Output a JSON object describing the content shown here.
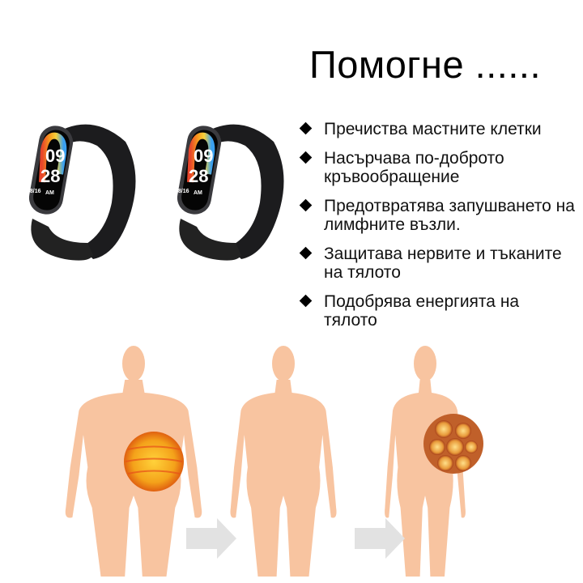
{
  "title": "Помогне ......",
  "benefits": [
    "Пречиства мастните клетки",
    "Насърчава по-доброто кръвообращение",
    "Предотвратява запушването на лимфните възли.",
    "Защитава нервите и тъканите на тялото",
    "Подобрява енергията на тялото"
  ],
  "watch": {
    "hour": "09",
    "minute": "28",
    "date": "08/16",
    "ampm": "AM"
  },
  "colors": {
    "skin": "#f8c4a0",
    "band": "#1c1c1e",
    "arrow": "#e2e2e2",
    "fat": "#f4a21a"
  }
}
